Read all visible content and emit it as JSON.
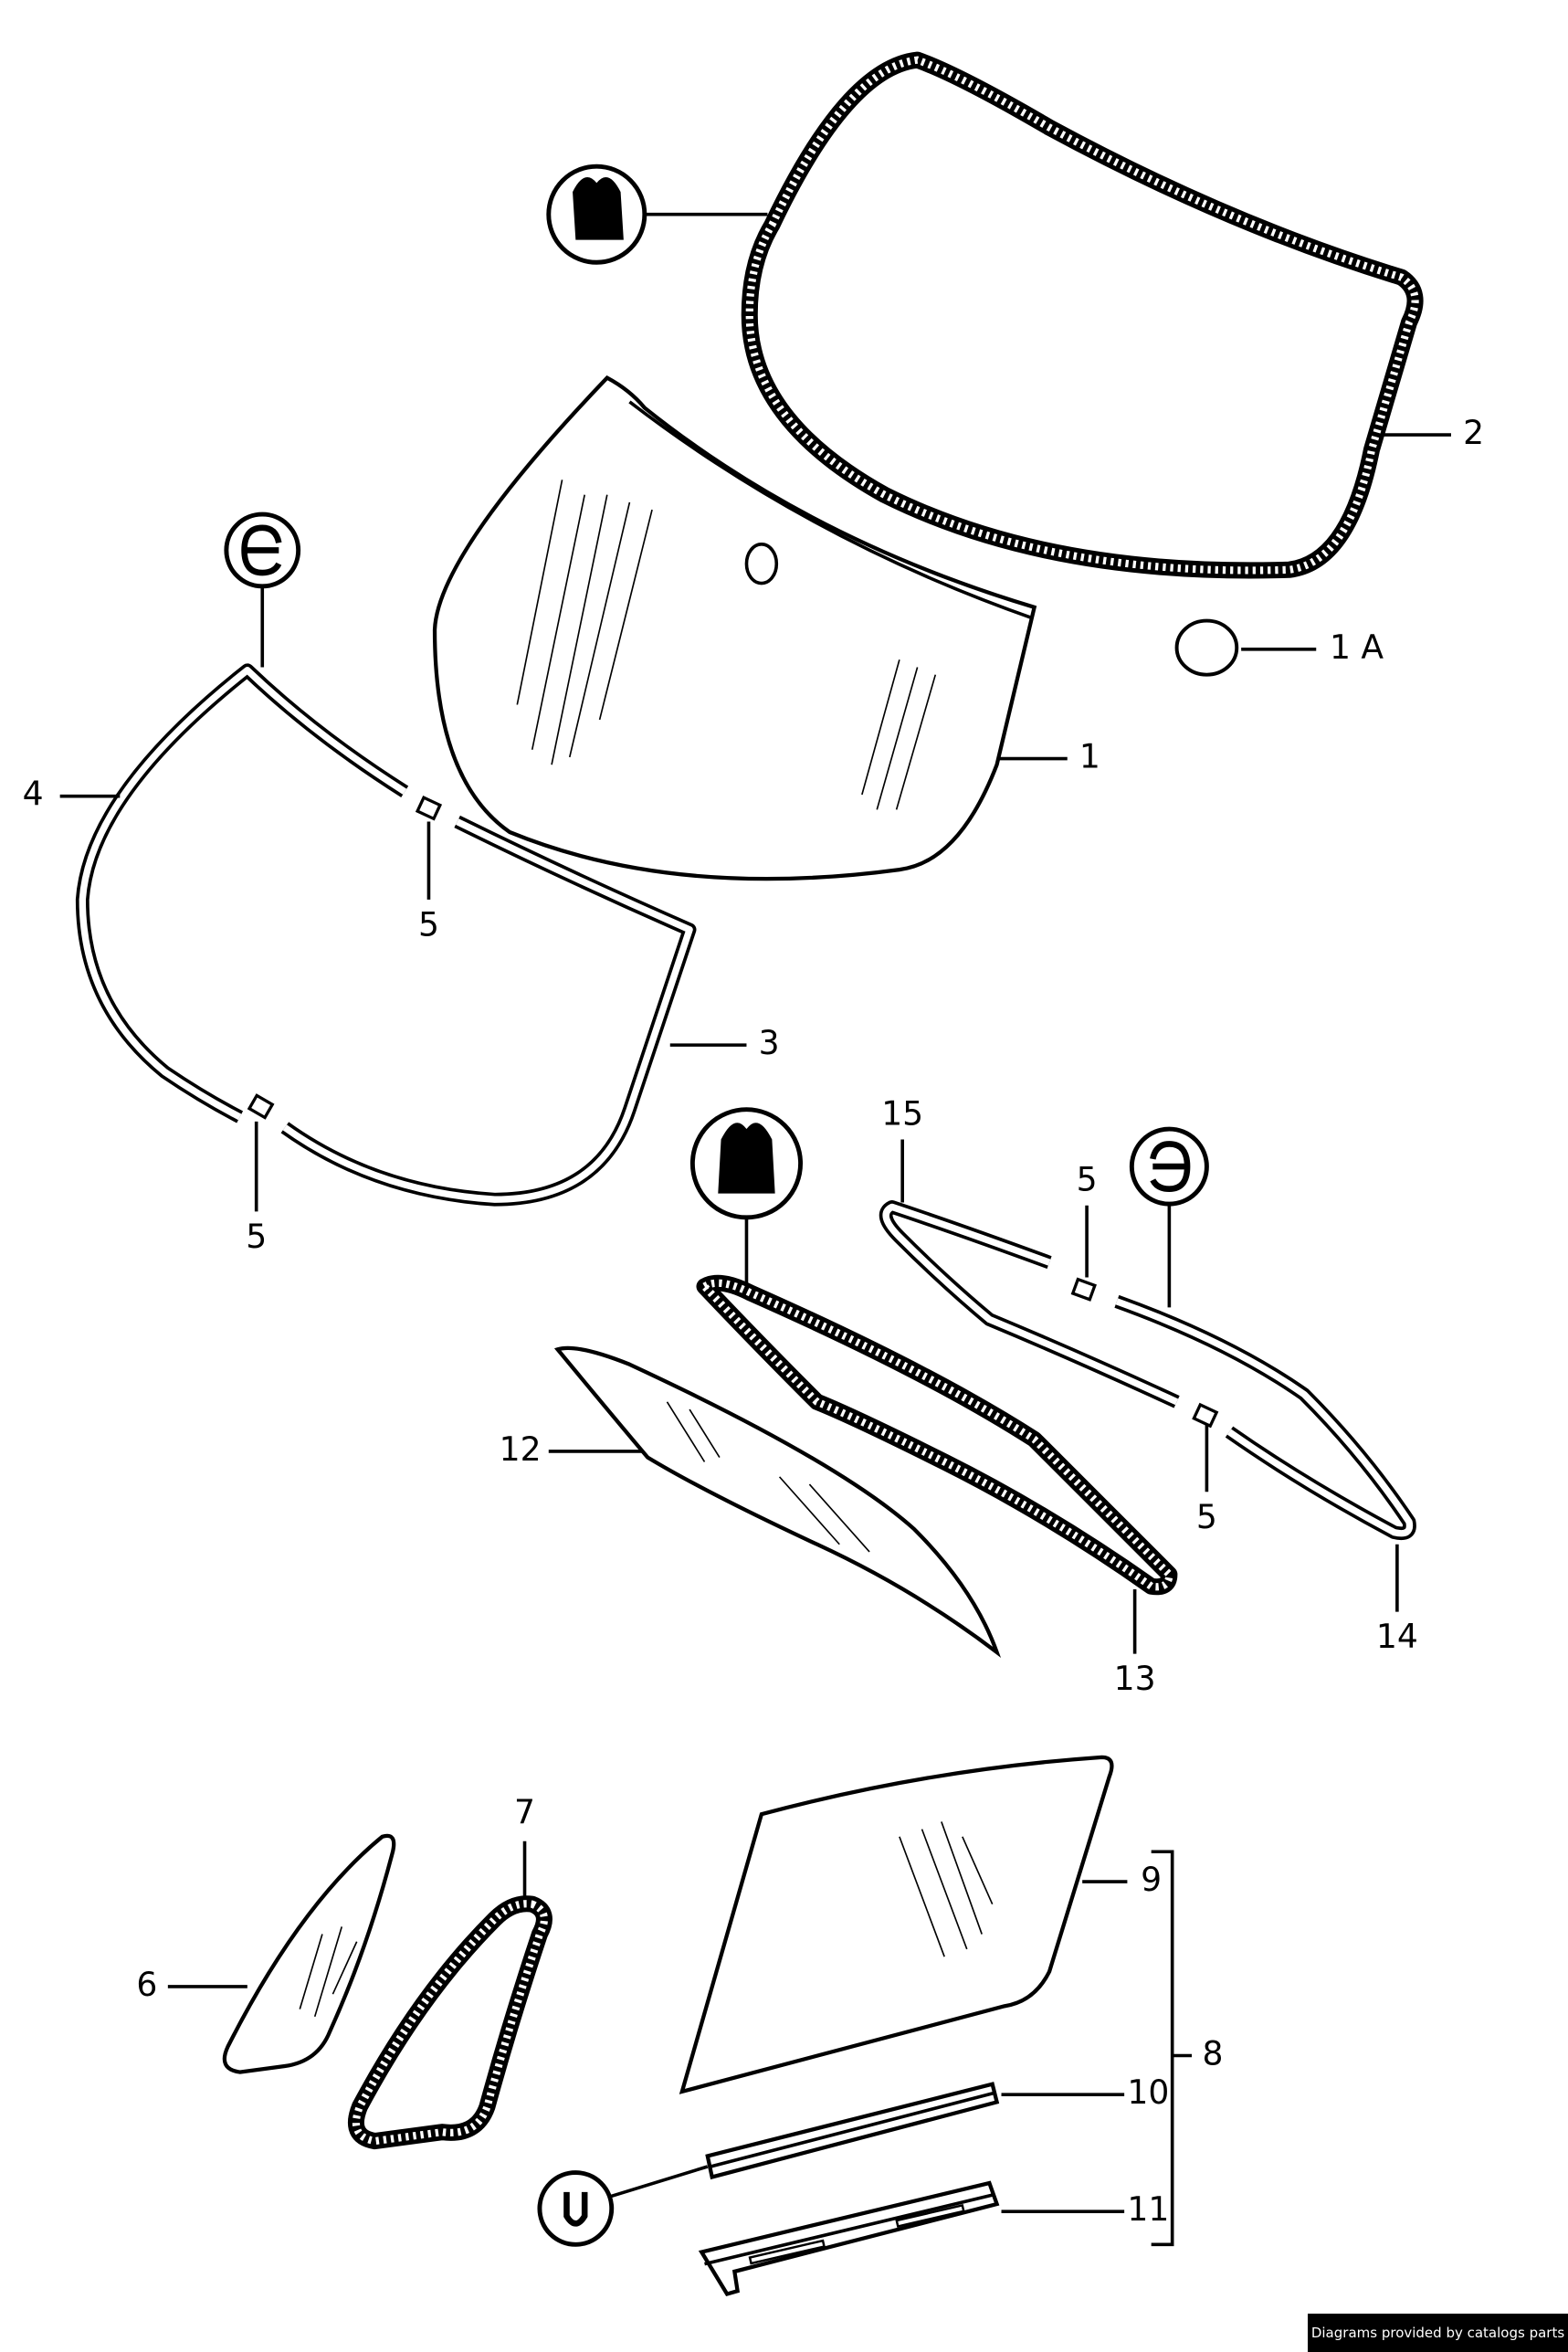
{
  "diagram": {
    "title": "Windshield and window glass exploded parts diagram",
    "callouts": {
      "c2": "2",
      "c1a": "1 A",
      "c1": "1",
      "c4": "4",
      "c5a": "5",
      "c3": "3",
      "c5b": "5",
      "c15": "15",
      "c5c": "5",
      "c12": "12",
      "c5d": "5",
      "c13": "13",
      "c14": "14",
      "c7": "7",
      "c6": "6",
      "c9": "9",
      "c8": "8",
      "c10": "10",
      "c11": "11"
    },
    "symbols": [
      "adhesive-bead-icon",
      "e-variant-icon",
      "adhesive-bead-icon",
      "reverse-e-variant-icon",
      "u-variant-icon"
    ]
  },
  "caption": "Diagrams provided by catalogs parts"
}
